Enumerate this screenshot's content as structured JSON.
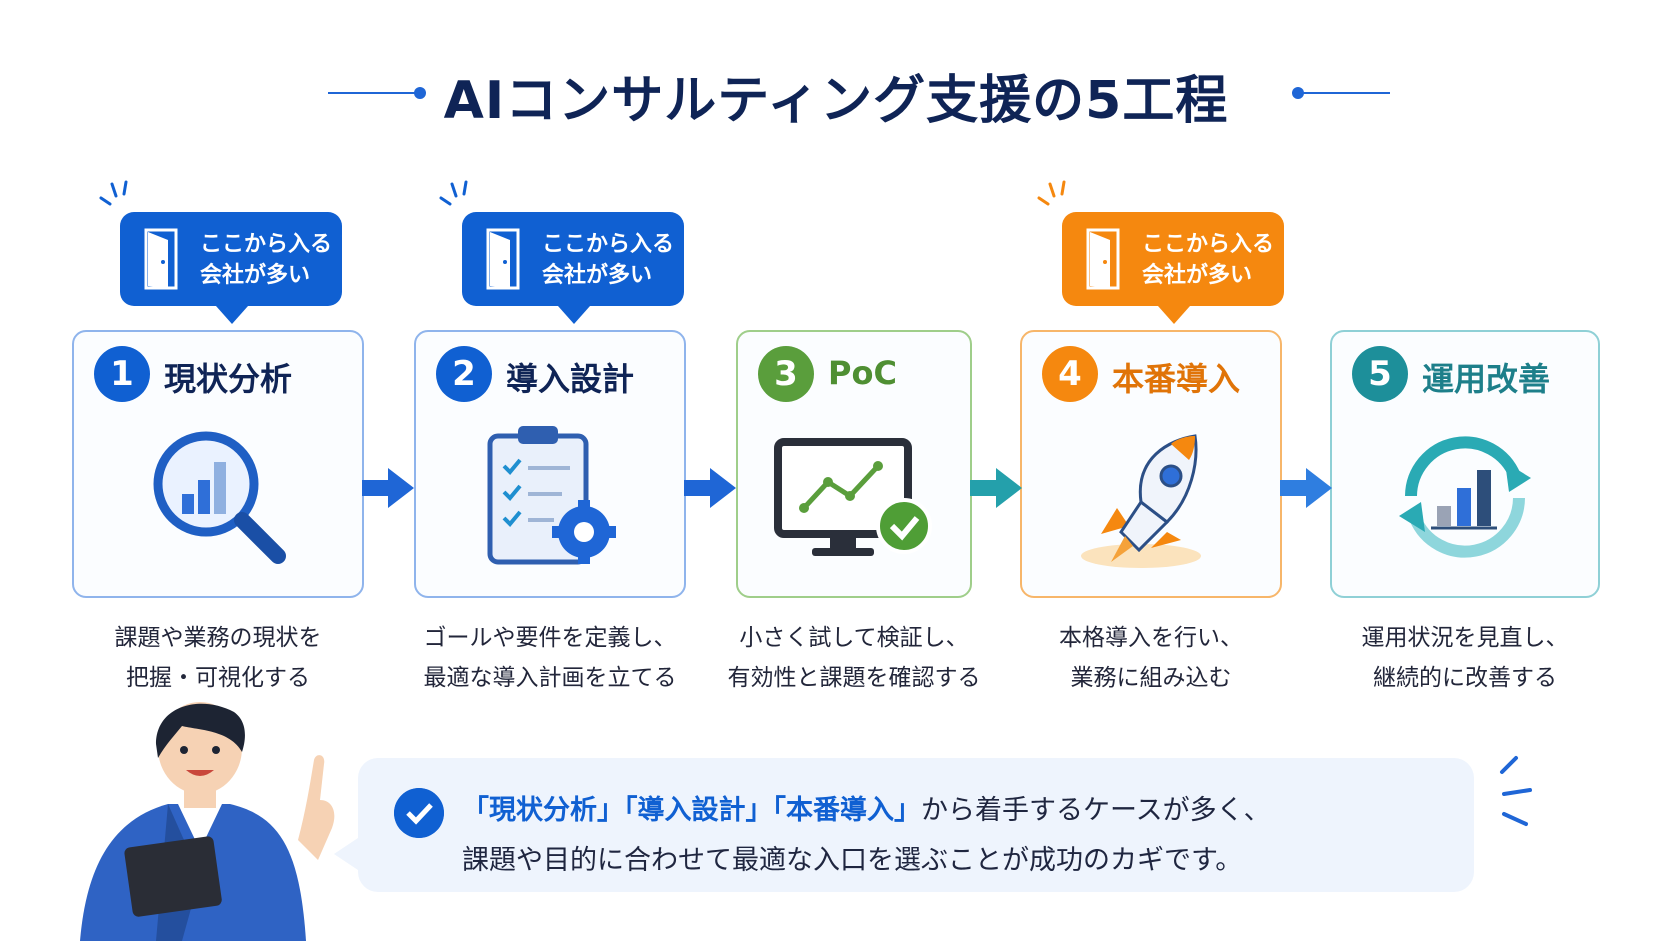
{
  "title": "AIコンサルティング支援の5工程",
  "badges": [
    {
      "line1": "ここから入る",
      "line2": "会社が多い",
      "color": "#1060d2"
    },
    {
      "line1": "ここから入る",
      "line2": "会社が多い",
      "color": "#1060d2"
    },
    {
      "line1": "ここから入る",
      "line2": "会社が多い",
      "color": "#f5880f"
    }
  ],
  "steps": [
    {
      "num": "1",
      "title": "現状分析",
      "desc1": "課題や業務の現状を",
      "desc2": "把握・可視化する",
      "color": "#1060d2",
      "icon": "magnifier-chart-icon"
    },
    {
      "num": "2",
      "title": "導入設計",
      "desc1": "ゴールや要件を定義し、",
      "desc2": "最適な導入計画を立てる",
      "color": "#1060d2",
      "icon": "clipboard-gear-icon"
    },
    {
      "num": "3",
      "title": "PoC",
      "desc1": "小さく試して検証し、",
      "desc2": "有効性と課題を確認する",
      "color": "#5a9e3c",
      "icon": "monitor-check-icon"
    },
    {
      "num": "4",
      "title": "本番導入",
      "desc1": "本格導入を行い、",
      "desc2": "業務に組み込む",
      "color": "#f5880f",
      "icon": "rocket-icon"
    },
    {
      "num": "5",
      "title": "運用改善",
      "desc1": "運用状況を見直し、",
      "desc2": "継続的に改善する",
      "color": "#1d8f9a",
      "icon": "cycle-chart-icon"
    }
  ],
  "note": {
    "hl1": "「現状分析」",
    "hl2": "「導入設計」",
    "hl3": "「本番導入」",
    "rest1": "から着手するケースが多く、",
    "line2": "課題や目的に合わせて最適な入口を選ぶことが成功のカギです。"
  }
}
